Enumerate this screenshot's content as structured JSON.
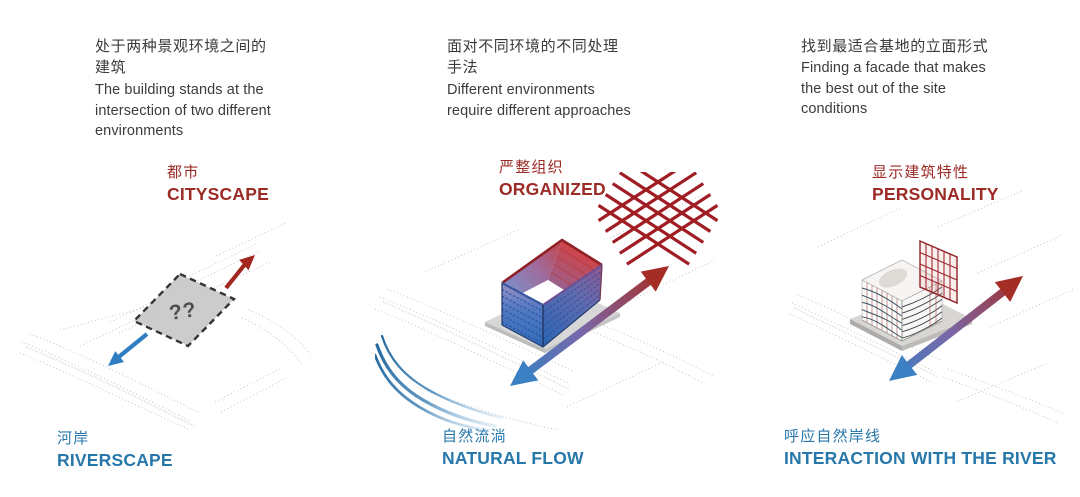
{
  "palette": {
    "heading_text": "#3b3b3b",
    "label_red": "#9c2b26",
    "label_blue": "#2777ab",
    "arrow_red": "#a42d26",
    "arrow_blue": "#3c80c4",
    "lattice_red": "#a01d24",
    "massing_blue": "#2f6ab8",
    "massing_red": "#cc4247",
    "site_gray": "#c9c9c9",
    "sketch_gray": "#b5b5b5"
  },
  "panels": [
    {
      "heading_zh": "处于两种景观环境之间的\n建筑",
      "heading_en": "The building stands at the\nintersection of two different\nenvironments",
      "top_label_zh": "都市",
      "top_label_en": "CITYSCAPE",
      "bottom_label_zh": "河岸",
      "bottom_label_en": "RIVERSCAPE",
      "diagram": {
        "placeholder": "??"
      }
    },
    {
      "heading_zh": "面对不同环境的不同处理\n手法",
      "heading_en": "Different environments\nrequire different approaches",
      "top_label_zh": "严整组织",
      "top_label_en": "ORGANIZED",
      "bottom_label_zh": "自然流淌",
      "bottom_label_en": "NATURAL FLOW",
      "diagram": {}
    },
    {
      "heading_zh": "找到最适合基地的立面形式",
      "heading_en": "Finding a facade that makes\nthe best out of the site\nconditions",
      "top_label_zh": "显示建筑特性",
      "top_label_en": "PERSONALITY",
      "bottom_label_zh": "呼应自然岸线",
      "bottom_label_en": "INTERACTION WITH THE RIVER",
      "diagram": {}
    }
  ]
}
